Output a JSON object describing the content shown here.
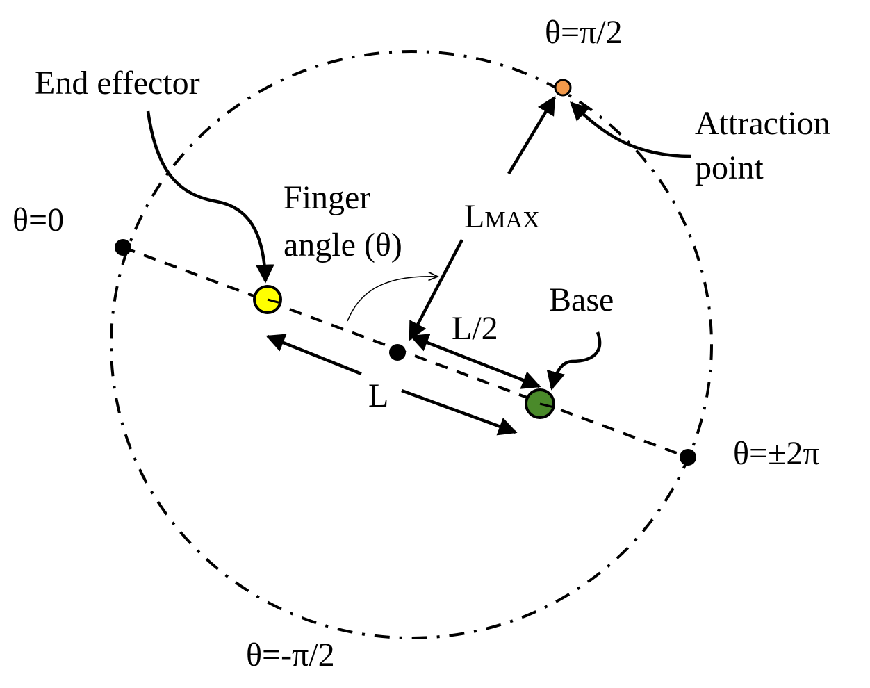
{
  "labels": {
    "theta_top": "θ=π/2",
    "theta_left": "θ=0",
    "theta_right": "θ=±2π",
    "theta_bottom": "θ=-π/2",
    "end_effector": "End effector",
    "attraction_line1": "Attraction",
    "attraction_line2": "point",
    "finger_line1": "Finger",
    "finger_line2": "angle (θ)",
    "lmax_main": "L",
    "lmax_sub": "MAX",
    "half_length": "L/2",
    "length": "L",
    "base": "Base"
  },
  "colors": {
    "end_effector": "#ffff00",
    "base": "#4a8a2a",
    "attraction_point": "#f2994a",
    "line": "#000000"
  }
}
